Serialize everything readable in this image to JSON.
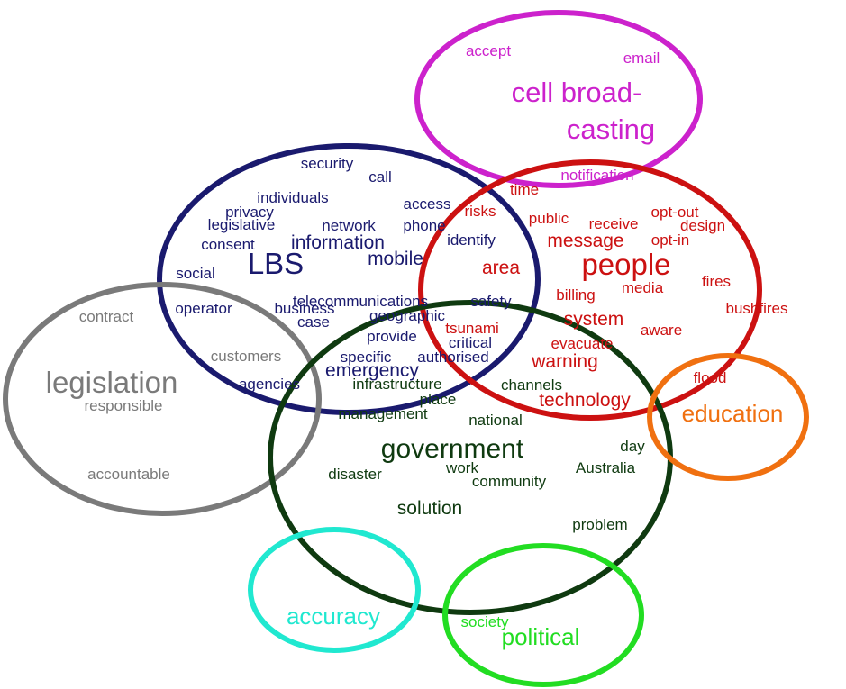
{
  "colors": {
    "lbs": "#1a1a6e",
    "cell": "#cc22cc",
    "people": "#cc1111",
    "government": "#0f3a10",
    "legislation": "#7a7a7a",
    "education": "#f07010",
    "accuracy": "#20e8d0",
    "political": "#22dd22"
  },
  "circles": [
    {
      "id": "cell-broadcasting",
      "color": "cell"
    },
    {
      "id": "lbs",
      "color": "lbs"
    },
    {
      "id": "people",
      "color": "people"
    },
    {
      "id": "legislation",
      "color": "legislation"
    },
    {
      "id": "government",
      "color": "government"
    },
    {
      "id": "education",
      "color": "education"
    },
    {
      "id": "accuracy",
      "color": "accuracy"
    },
    {
      "id": "political",
      "color": "political"
    }
  ],
  "words": [
    {
      "text": "accept",
      "color": "cell"
    },
    {
      "text": "email",
      "color": "cell"
    },
    {
      "text": "cell broad-",
      "color": "cell"
    },
    {
      "text": "casting",
      "color": "cell"
    },
    {
      "text": "notification",
      "color": "cell"
    },
    {
      "text": "security",
      "color": "lbs"
    },
    {
      "text": "call",
      "color": "lbs"
    },
    {
      "text": "individuals",
      "color": "lbs"
    },
    {
      "text": "access",
      "color": "lbs"
    },
    {
      "text": "privacy",
      "color": "lbs"
    },
    {
      "text": "legislative",
      "color": "lbs"
    },
    {
      "text": "network",
      "color": "lbs"
    },
    {
      "text": "phone",
      "color": "lbs"
    },
    {
      "text": "identify",
      "color": "lbs"
    },
    {
      "text": "consent",
      "color": "lbs"
    },
    {
      "text": "information",
      "color": "lbs"
    },
    {
      "text": "LBS",
      "color": "lbs"
    },
    {
      "text": "mobile",
      "color": "lbs"
    },
    {
      "text": "social",
      "color": "lbs"
    },
    {
      "text": "operator",
      "color": "lbs"
    },
    {
      "text": "telecommunications",
      "color": "lbs"
    },
    {
      "text": "safety",
      "color": "lbs"
    },
    {
      "text": "business",
      "color": "lbs"
    },
    {
      "text": "case",
      "color": "lbs"
    },
    {
      "text": "geographic",
      "color": "lbs"
    },
    {
      "text": "provide",
      "color": "lbs"
    },
    {
      "text": "critical",
      "color": "lbs"
    },
    {
      "text": "specific",
      "color": "lbs"
    },
    {
      "text": "authorised",
      "color": "lbs"
    },
    {
      "text": "customers",
      "color": "legislation"
    },
    {
      "text": "agencies",
      "color": "lbs"
    },
    {
      "text": "emergency",
      "color": "lbs"
    },
    {
      "text": "time",
      "color": "people"
    },
    {
      "text": "risks",
      "color": "people"
    },
    {
      "text": "public",
      "color": "people"
    },
    {
      "text": "receive",
      "color": "people"
    },
    {
      "text": "opt-out",
      "color": "people"
    },
    {
      "text": "design",
      "color": "people"
    },
    {
      "text": "message",
      "color": "people"
    },
    {
      "text": "opt-in",
      "color": "people"
    },
    {
      "text": "area",
      "color": "people"
    },
    {
      "text": "people",
      "color": "people"
    },
    {
      "text": "fires",
      "color": "people"
    },
    {
      "text": "billing",
      "color": "people"
    },
    {
      "text": "media",
      "color": "people"
    },
    {
      "text": "bushfires",
      "color": "people"
    },
    {
      "text": "tsunami",
      "color": "people"
    },
    {
      "text": "system",
      "color": "people"
    },
    {
      "text": "aware",
      "color": "people"
    },
    {
      "text": "evacuate",
      "color": "people"
    },
    {
      "text": "warning",
      "color": "people"
    },
    {
      "text": "flood",
      "color": "people"
    },
    {
      "text": "technology",
      "color": "people"
    },
    {
      "text": "contract",
      "color": "legislation"
    },
    {
      "text": "legislation",
      "color": "legislation"
    },
    {
      "text": "responsible",
      "color": "legislation"
    },
    {
      "text": "accountable",
      "color": "legislation"
    },
    {
      "text": "infrastructure",
      "color": "government"
    },
    {
      "text": "channels",
      "color": "government"
    },
    {
      "text": "place",
      "color": "government"
    },
    {
      "text": "management",
      "color": "government"
    },
    {
      "text": "national",
      "color": "government"
    },
    {
      "text": "government",
      "color": "government"
    },
    {
      "text": "day",
      "color": "government"
    },
    {
      "text": "disaster",
      "color": "government"
    },
    {
      "text": "work",
      "color": "government"
    },
    {
      "text": "community",
      "color": "government"
    },
    {
      "text": "Australia",
      "color": "government"
    },
    {
      "text": "solution",
      "color": "government"
    },
    {
      "text": "problem",
      "color": "government"
    },
    {
      "text": "education",
      "color": "education"
    },
    {
      "text": "accuracy",
      "color": "accuracy"
    },
    {
      "text": "society",
      "color": "political"
    },
    {
      "text": "political",
      "color": "political"
    }
  ]
}
